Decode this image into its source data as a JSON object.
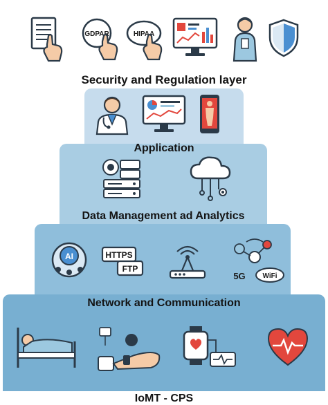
{
  "layers": {
    "security": {
      "title": "Security and Regulation layer",
      "icons": [
        "document-hand-icon",
        "gdpr-badge-icon",
        "hipaa-badge-icon",
        "dashboard-monitor-icon",
        "nurse-icon",
        "shield-icon"
      ],
      "gdpr_label": "GDPAR",
      "hipaa_label": "HIPAA"
    },
    "application": {
      "title": "Application",
      "icons": [
        "doctor-icon",
        "analytics-monitor-icon",
        "smartphone-body-icon"
      ]
    },
    "data": {
      "title": "Data Management ad Analytics",
      "icons": [
        "server-rack-icon",
        "cloud-network-icon"
      ]
    },
    "network": {
      "title": "Network and Communication",
      "icons": [
        "ai-chip-icon",
        "https-ftp-icon",
        "wireless-router-icon",
        "network-5g-wifi-icon"
      ],
      "ai_label": "AI",
      "https_label": "HTTPS",
      "ftp_label": "FTP",
      "g5_label": "5G",
      "wifi_label": "WiFi"
    },
    "iomt": {
      "title": "IoMT - CPS",
      "icons": [
        "patient-bed-icon",
        "wearable-sensor-arm-icon",
        "smartwatch-ecg-icon",
        "heart-pulse-icon"
      ]
    }
  },
  "colors": {
    "tier_top": "#d9e8f1",
    "tier_app": "#c6dced",
    "tier_data": "#a9cde3",
    "tier_net": "#8fbedb",
    "tier_base": "#78afd1",
    "outline": "#2b3a48",
    "accent_red": "#e2473d",
    "accent_blue": "#4a8fd1"
  }
}
